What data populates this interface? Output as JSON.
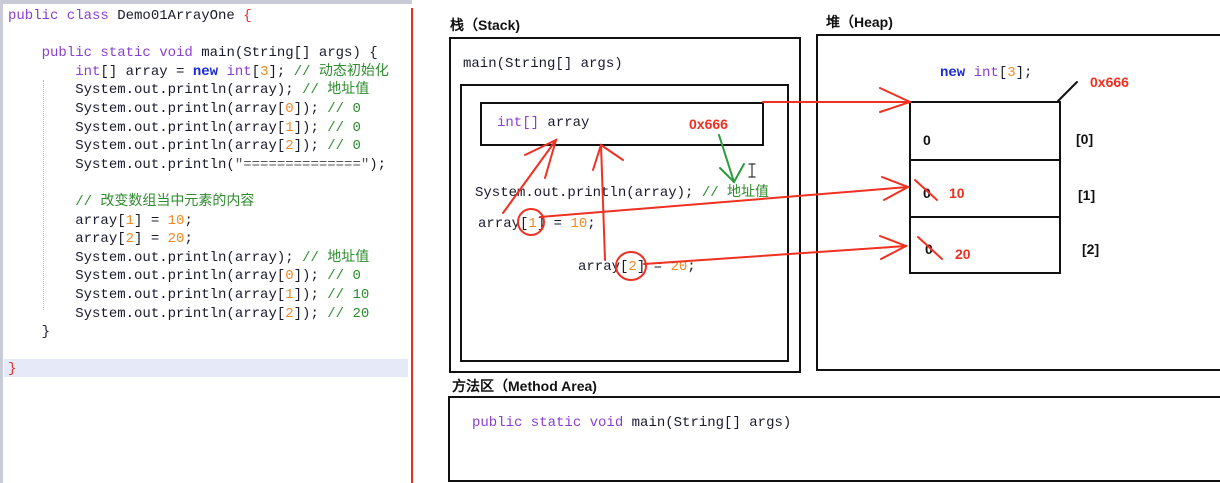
{
  "editor": {
    "lines": [
      [
        [
          "public class ",
          "kw"
        ],
        [
          "Demo01ArrayOne ",
          "pl"
        ],
        [
          "{",
          "br"
        ]
      ],
      [],
      [
        [
          "    public static void ",
          "kw"
        ],
        [
          "main(String[] args) {",
          "pl"
        ]
      ],
      [
        [
          "        int",
          "kw"
        ],
        [
          "[] array = ",
          "pl"
        ],
        [
          "new ",
          "kwb"
        ],
        [
          "int",
          "kw"
        ],
        [
          "[",
          "pl"
        ],
        [
          "3",
          "num"
        ],
        [
          "]; ",
          "pl"
        ],
        [
          "// 动态初始化",
          "cm"
        ]
      ],
      [
        [
          "        System.out.println(array); ",
          "pl"
        ],
        [
          "// 地址值",
          "cm"
        ]
      ],
      [
        [
          "        System.out.println(array[",
          "pl"
        ],
        [
          "0",
          "num"
        ],
        [
          "]); ",
          "pl"
        ],
        [
          "// 0",
          "cm"
        ]
      ],
      [
        [
          "        System.out.println(array[",
          "pl"
        ],
        [
          "1",
          "num"
        ],
        [
          "]); ",
          "pl"
        ],
        [
          "// 0",
          "cm"
        ]
      ],
      [
        [
          "        System.out.println(array[",
          "pl"
        ],
        [
          "2",
          "num"
        ],
        [
          "]); ",
          "pl"
        ],
        [
          "// 0",
          "cm"
        ]
      ],
      [
        [
          "        System.out.println(",
          "pl"
        ],
        [
          "\"==============\"",
          "str"
        ],
        [
          ");",
          "pl"
        ]
      ],
      [],
      [
        [
          "        // 改变数组当中元素的内容",
          "cm"
        ]
      ],
      [
        [
          "        array[",
          "pl"
        ],
        [
          "1",
          "num"
        ],
        [
          "] = ",
          "pl"
        ],
        [
          "10",
          "num"
        ],
        [
          ";",
          "pl"
        ]
      ],
      [
        [
          "        array[",
          "pl"
        ],
        [
          "2",
          "num"
        ],
        [
          "] = ",
          "pl"
        ],
        [
          "20",
          "num"
        ],
        [
          ";",
          "pl"
        ]
      ],
      [
        [
          "        System.out.println(array); ",
          "pl"
        ],
        [
          "// 地址值",
          "cm"
        ]
      ],
      [
        [
          "        System.out.println(array[",
          "pl"
        ],
        [
          "0",
          "num"
        ],
        [
          "]); ",
          "pl"
        ],
        [
          "// 0",
          "cm"
        ]
      ],
      [
        [
          "        System.out.println(array[",
          "pl"
        ],
        [
          "1",
          "num"
        ],
        [
          "]); ",
          "pl"
        ],
        [
          "// 10",
          "cm"
        ]
      ],
      [
        [
          "        System.out.println(array[",
          "pl"
        ],
        [
          "2",
          "num"
        ],
        [
          "]); ",
          "pl"
        ],
        [
          "// 20",
          "cm"
        ]
      ],
      [
        [
          "    }",
          "pl"
        ]
      ],
      [],
      [
        [
          "}",
          "br"
        ]
      ]
    ]
  },
  "stack": {
    "title": "栈（Stack)",
    "frame": "main(String[] args)",
    "var_type": "int[]",
    "var_name": " array",
    "address": "0x666",
    "println": "System.out.println(array); ",
    "println_comment": "// 地址值",
    "assign1": {
      "pre": "array[",
      "idx": "1",
      "mid": "] = ",
      "val": "10",
      "end": ";"
    },
    "assign2": {
      "pre": "array[",
      "idx": "2",
      "mid": "] = ",
      "val": "20",
      "end": ";"
    }
  },
  "heap": {
    "title": "堆（Heap)",
    "new_kw": "new ",
    "new_type": "int",
    "new_open": "[",
    "new_size": "3",
    "new_close": "];",
    "address": "0x666",
    "cells": [
      {
        "index": "[0]",
        "old": "0",
        "new": ""
      },
      {
        "index": "[1]",
        "old": "0",
        "new": "10"
      },
      {
        "index": "[2]",
        "old": "0",
        "new": "20"
      }
    ]
  },
  "method_area": {
    "title": "方法区（Method Area)",
    "sig_kw": "public static void ",
    "sig_rest": "main(String[] args)"
  },
  "colors": {
    "annotation": "#f03020",
    "pointer": "#2a9a3a"
  }
}
